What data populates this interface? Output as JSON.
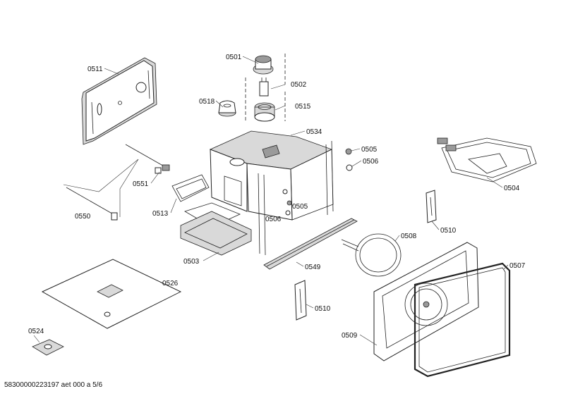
{
  "labels": {
    "p0501": "0501",
    "p0502": "0502",
    "p0515": "0515",
    "p0518": "0518",
    "p0511": "0511",
    "p0534": "0534",
    "p0505a": "0505",
    "p0506a": "0506",
    "p0504": "0504",
    "p0551": "0551",
    "p0513": "0513",
    "p0505b": "0505",
    "p0506b": "0506",
    "p0550": "0550",
    "p0510a": "0510",
    "p0508": "0508",
    "p0503": "0503",
    "p0549": "0549",
    "p0507": "0507",
    "p0526": "0526",
    "p0510b": "0510",
    "p0509": "0509",
    "p0524": "0524"
  },
  "footer": "58300000223197 aet 000 a 5/6"
}
